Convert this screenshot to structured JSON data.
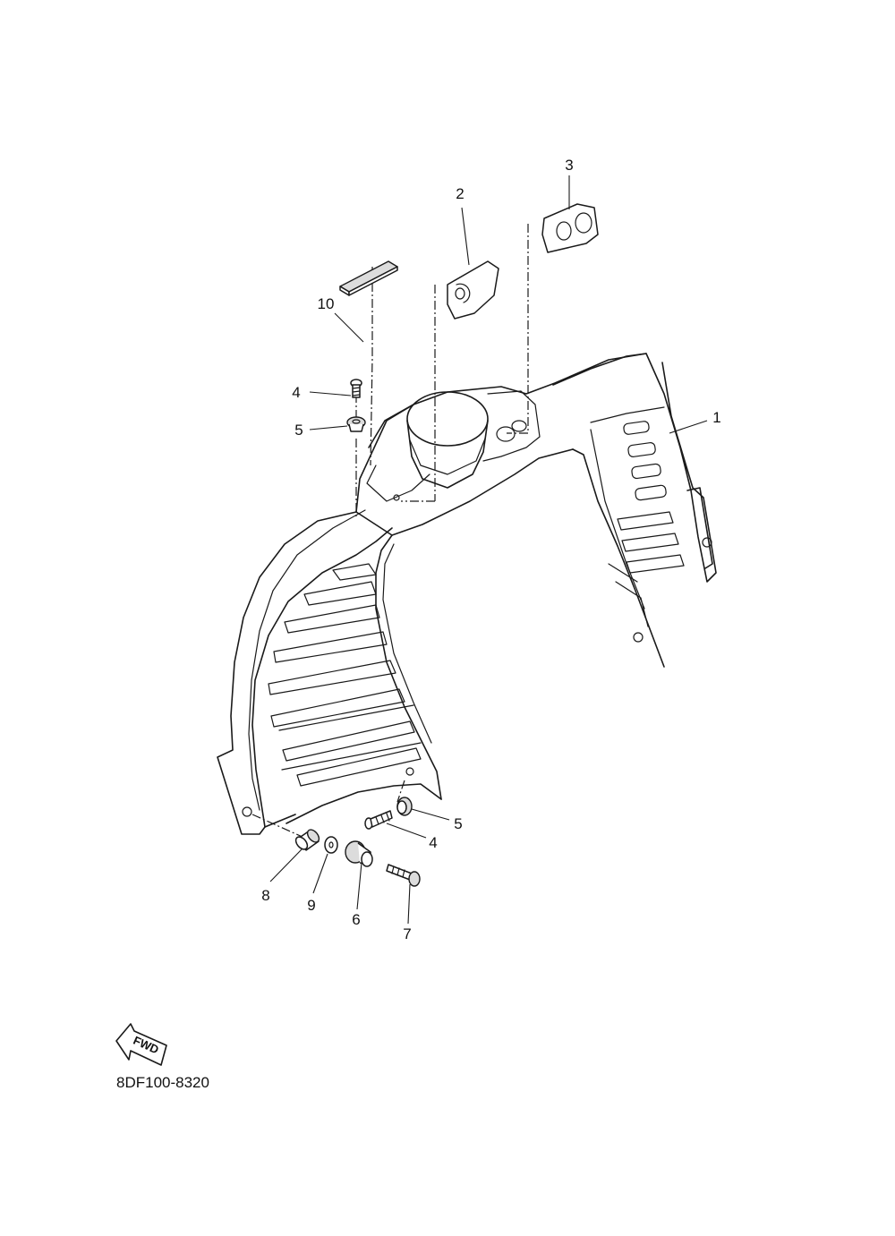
{
  "diagram": {
    "callouts": [
      "1",
      "2",
      "3",
      "4",
      "5",
      "4",
      "5",
      "6",
      "7",
      "8",
      "9",
      "10"
    ],
    "fwd_label": "FWD",
    "diagram_code": "8DF100-8320"
  }
}
